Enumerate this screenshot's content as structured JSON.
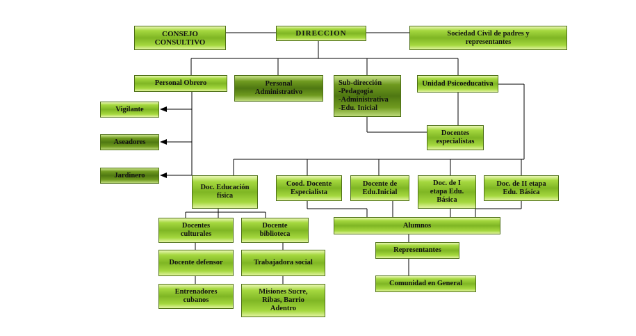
{
  "nodes": {
    "consejo": "CONSEJO\nCONSULTIVO",
    "direccion": "DIRECCION",
    "sociedad": "Sociedad Civil de padres y\nrepresentantes",
    "personal_obrero": "Personal Obrero",
    "personal_administrativo": "Personal\nAdministrativo",
    "subdireccion": "Sub-dirección\n-Pedagogía\n-Administrativa\n-Edu. Inicial",
    "unidad_psicoeducativa": "Unidad Psicoeducativa",
    "vigilante": "Vigilante",
    "aseadores": "Aseadores",
    "jardinero": "Jardinero",
    "docentes_especialistas": "Docentes\nespecialistas",
    "doc_educacion_fisica": "Doc. Educación\nfísica",
    "cood_docente_especialista": "Cood. Docente\nEspecialista",
    "docente_edu_inicial": "Docente de\nEdu.Inicial",
    "doc_i_etapa": "Doc. de I\netapa Edu.\nBásica",
    "doc_ii_etapa": "Doc. de II etapa\nEdu. Básica",
    "docentes_culturales": "Docentes\nculturales",
    "docente_biblioteca": "Docente\nbiblioteca",
    "alumnos": "Alumnos",
    "docente_defensor": "Docente defensor",
    "trabajadora_social": "Trabajadora social",
    "representantes": "Representantes",
    "entrenadores_cubanos": "Entrenadores\ncubanos",
    "misiones": "Misiones Sucre,\nRibas, Barrio\nAdentro",
    "comunidad_general": "Comunidad en General"
  }
}
